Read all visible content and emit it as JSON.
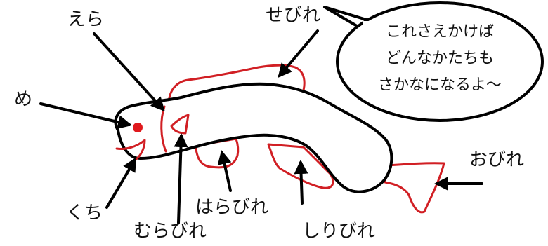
{
  "labels": {
    "eye": "め",
    "gill": "えら",
    "dorsal_fin": "せびれ",
    "tail_fin": "おびれ",
    "mouth": "くち",
    "pectoral_fin": "むらびれ",
    "pelvic_fin": "はらびれ",
    "anal_fin": "しりびれ"
  },
  "bubble": {
    "lines": [
      "これさえかけば",
      "どんなかたちも",
      "さかなになるよ～"
    ]
  },
  "colors": {
    "fin": "#d11f24",
    "outline": "#000000",
    "eye": "#e0191d"
  }
}
